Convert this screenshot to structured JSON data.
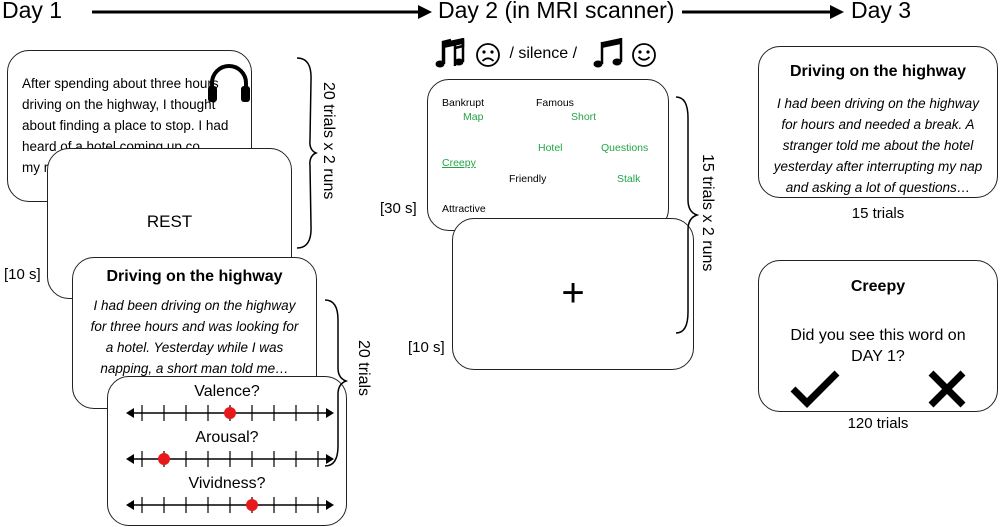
{
  "timeline": {
    "day1": "Day 1",
    "day2": "Day 2 (in MRI scanner)",
    "day3": "Day 3"
  },
  "day1": {
    "story_card": {
      "text": "After spending about three hours driving on the highway, I thought about finding a place to stop. I had heard of a hotel coming up co",
      "cutoff_tail": "my r",
      "icon": "headphones-icon"
    },
    "rest_card": {
      "text": "REST"
    },
    "rest_duration": "[10 s]",
    "trials_label_1": "20 trials x 2 runs",
    "recall_card": {
      "title": "Driving on the highway",
      "text": "I had been driving on the highway for three hours and was looking for a hotel. Yesterday while I was napping, a short man told me…"
    },
    "rating_card": {
      "scales": [
        {
          "label": "Valence?",
          "value_tick": 5
        },
        {
          "label": "Arousal?",
          "value_tick": 2
        },
        {
          "label": "Vividness?",
          "value_tick": 6
        }
      ],
      "ticks": 9
    },
    "trials_label_2": "20 trials"
  },
  "day2": {
    "conditions": " / silence / ",
    "icons": [
      "music-notes-icon",
      "sad-face-icon",
      "music-notes-icon",
      "happy-face-icon"
    ],
    "word_card": {
      "words": [
        {
          "text": "Bankrupt",
          "color": "black"
        },
        {
          "text": "Famous",
          "color": "black"
        },
        {
          "text": "Map",
          "color": "green"
        },
        {
          "text": "Short",
          "color": "green"
        },
        {
          "text": "Hotel",
          "color": "green"
        },
        {
          "text": "Questions",
          "color": "green"
        },
        {
          "text": "Creepy",
          "color": "green",
          "underline": true
        },
        {
          "text": "Friendly",
          "color": "black"
        },
        {
          "text": "Stalk",
          "color": "green"
        },
        {
          "text": "Attractive",
          "color": "black"
        }
      ]
    },
    "word_duration": "[30 s]",
    "fixation_duration": "[10 s]",
    "fixation_symbol": "+",
    "trials_label": "15 trials x 2 runs"
  },
  "day3": {
    "story_card": {
      "title": "Driving on the highway",
      "text": "I had been driving on the highway for hours and needed a break. A stranger told me about the hotel yesterday after interrupting my nap and asking a lot of questions…"
    },
    "story_trials": "15 trials",
    "recognition_card": {
      "word": "Creepy",
      "question": "Did you see this word on DAY 1?",
      "icons": [
        "checkmark-icon",
        "x-mark-icon"
      ]
    },
    "recognition_trials": "120 trials"
  },
  "colors": {
    "green": "#22a645",
    "rating_dot": "#e8191b",
    "border": "#222222"
  }
}
